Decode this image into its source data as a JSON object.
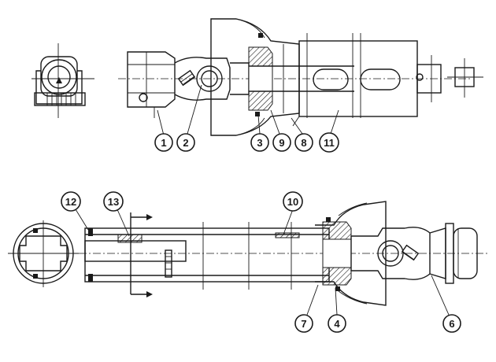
{
  "diagram": {
    "colors": {
      "ink": "#1a1a1a",
      "paper": "#ffffff"
    },
    "callouts": {
      "c1": "1",
      "c2": "2",
      "c3": "3",
      "c9": "9",
      "c8": "8",
      "c11": "11",
      "c12": "12",
      "c13": "13",
      "c10": "10",
      "c7": "7",
      "c4": "4",
      "c6": "6"
    }
  }
}
